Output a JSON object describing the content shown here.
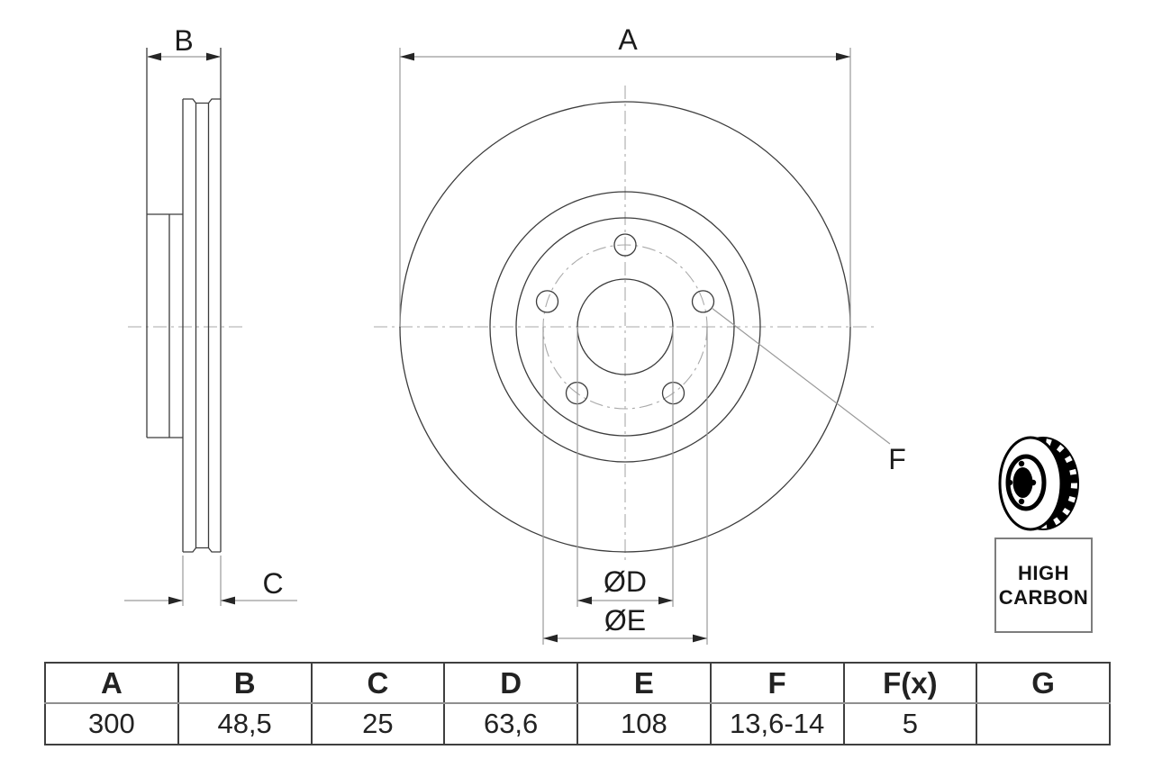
{
  "drawing": {
    "dim_labels": {
      "A": "A",
      "B": "B",
      "C": "C",
      "D": "ØD",
      "E": "ØE",
      "F": "F"
    },
    "views": {
      "section": "side-section-view",
      "front": "front-view"
    },
    "icon": {
      "name": "vented-brake-disc-3d-icon"
    },
    "colors": {
      "outline": "#3c3c3c",
      "dimension_line": "#9a9a9a",
      "centerline": "#a9a9a9",
      "text": "#1c1c1c",
      "table_border": "#3f3f3f"
    }
  },
  "badge": {
    "line1": "HIGH",
    "line2": "CARBON"
  },
  "table": {
    "headers": [
      "A",
      "B",
      "C",
      "D",
      "E",
      "F",
      "F(x)",
      "G"
    ],
    "values": [
      "300",
      "48,5",
      "25",
      "63,6",
      "108",
      "13,6-14",
      "5",
      ""
    ]
  }
}
